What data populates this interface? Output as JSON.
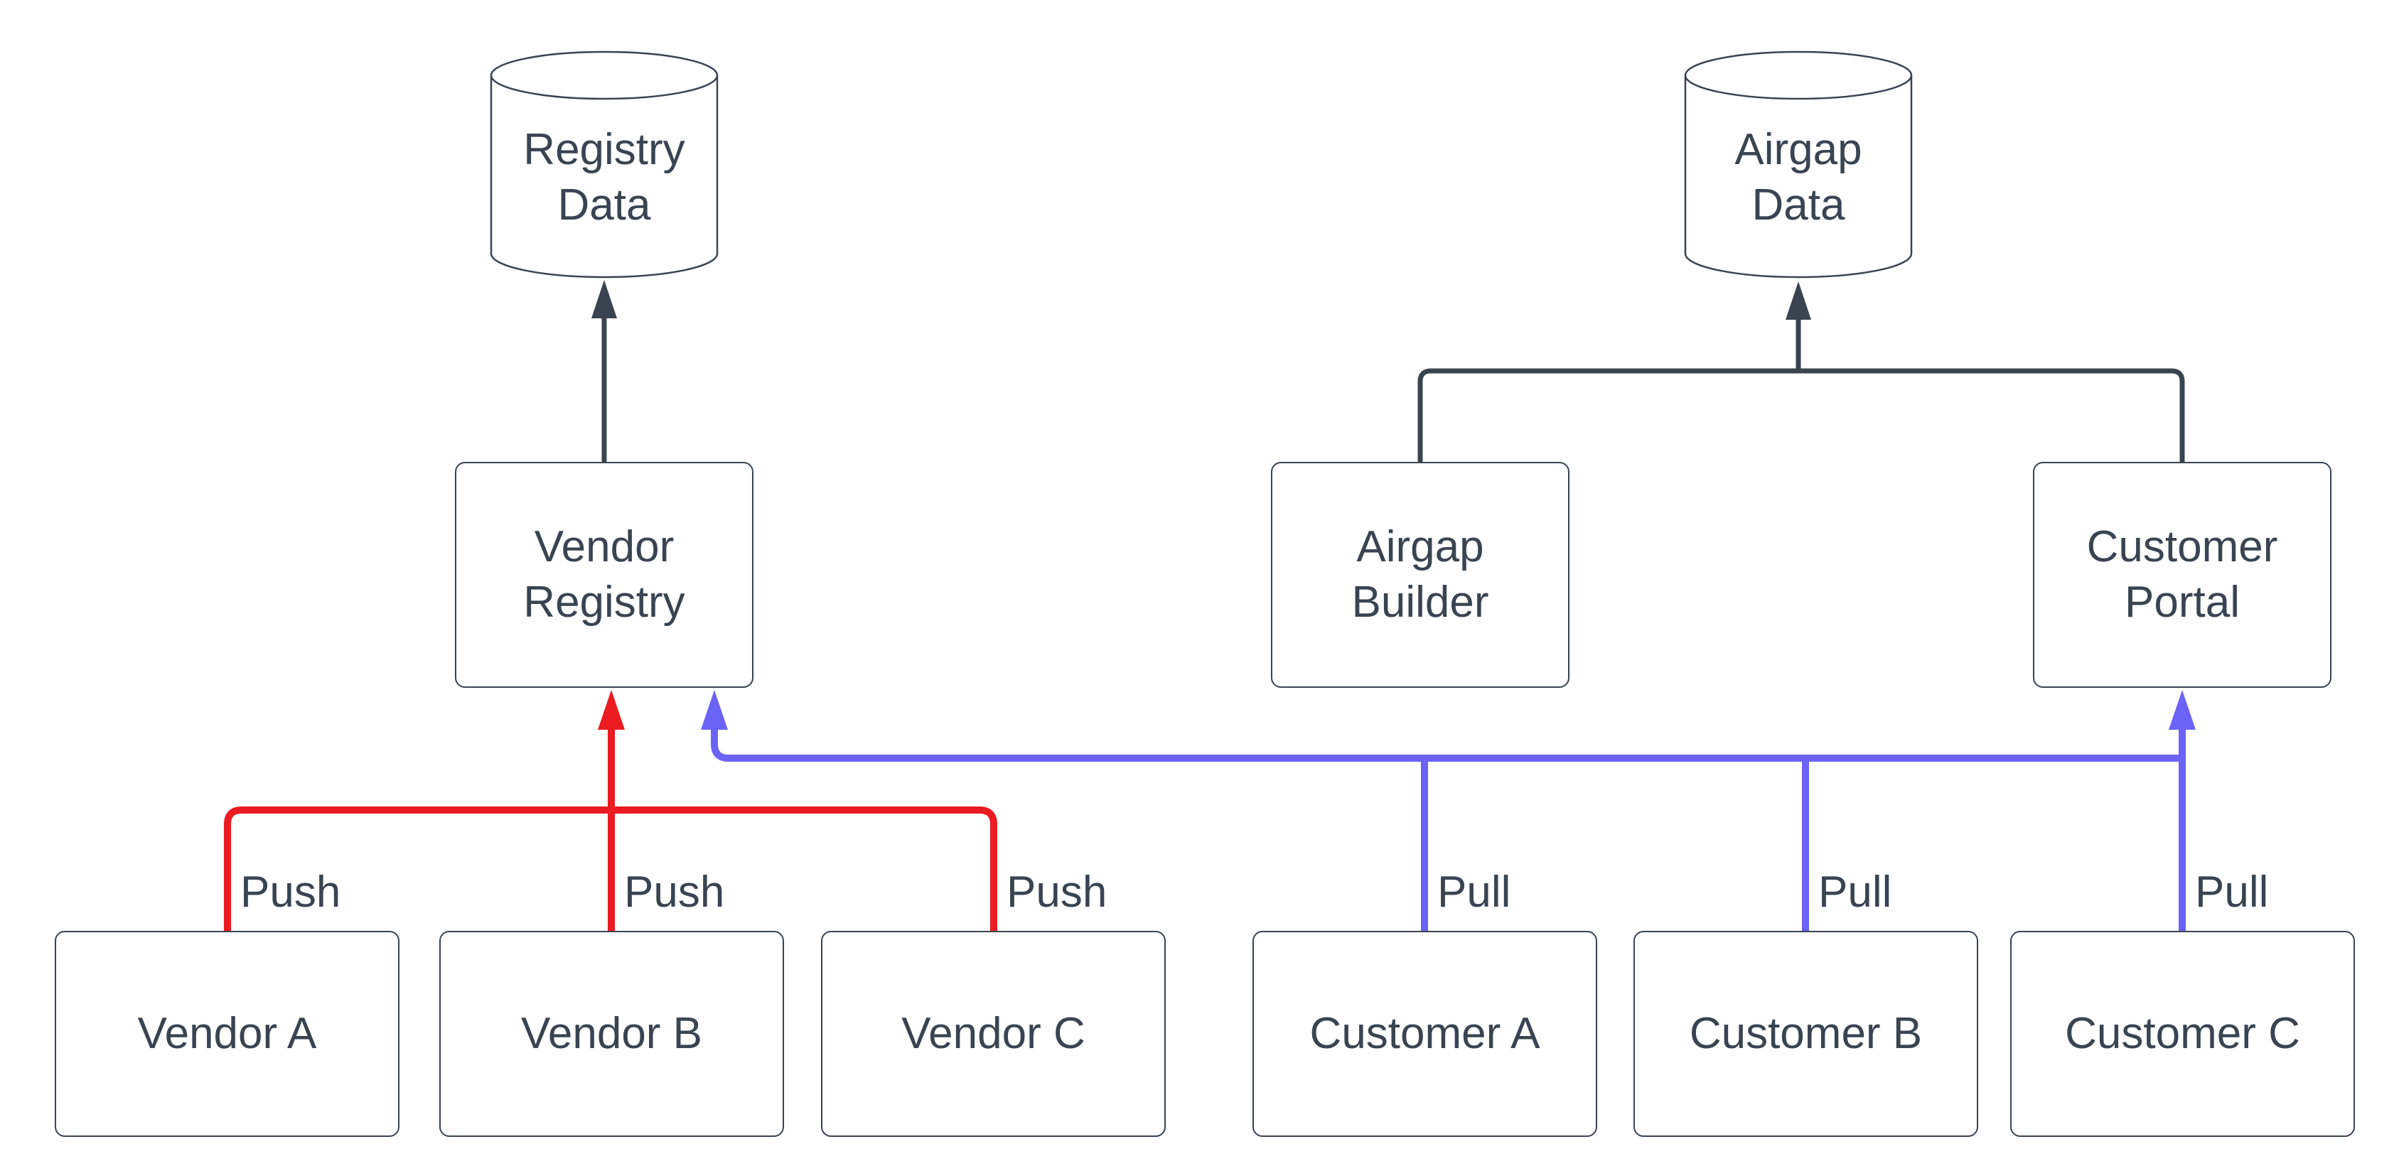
{
  "colors": {
    "dark": "#3a4451",
    "push": "#ea1b21",
    "pull": "#6b63f6",
    "background": "#ffffff"
  },
  "stores": [
    {
      "line1": "Registry",
      "line2": "Data"
    },
    {
      "line1": "Airgap",
      "line2": "Data"
    }
  ],
  "services": [
    {
      "line1": "Vendor",
      "line2": "Registry"
    },
    {
      "line1": "Airgap",
      "line2": "Builder"
    },
    {
      "line1": "Customer",
      "line2": "Portal"
    }
  ],
  "actors": [
    {
      "label": "Vendor A"
    },
    {
      "label": "Vendor B"
    },
    {
      "label": "Vendor C"
    },
    {
      "label": "Customer A"
    },
    {
      "label": "Customer B"
    },
    {
      "label": "Customer C"
    }
  ],
  "edge_labels": [
    {
      "label": "Push"
    },
    {
      "label": "Push"
    },
    {
      "label": "Push"
    },
    {
      "label": "Pull"
    },
    {
      "label": "Pull"
    },
    {
      "label": "Pull"
    }
  ]
}
